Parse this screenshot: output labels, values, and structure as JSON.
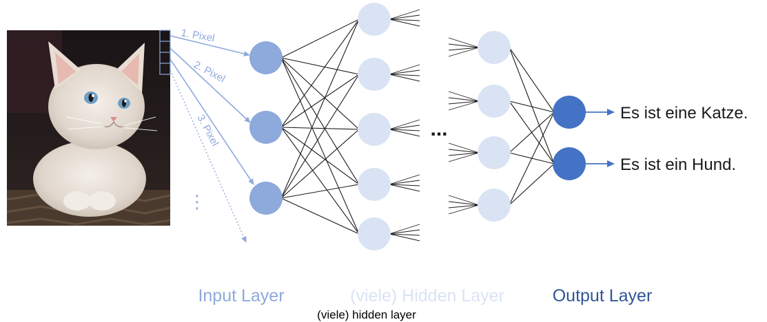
{
  "colors": {
    "input_node": "#8ea9db",
    "hidden_node": "#dae3f3",
    "output_node": "#4472c4",
    "pixel_arrow": "#8ea9db",
    "output_arrow": "#4472c4",
    "connection": "#1a1a1a",
    "input_label": "#8ea9db",
    "hidden_label": "#dae3f3",
    "output_label": "#2f5597",
    "caption": "#000000"
  },
  "image": {
    "subject": "kitten-photo"
  },
  "pixel_labels": [
    "1. Pixel",
    "2. Pixel",
    "3. Pixel"
  ],
  "vertical_ellipsis": "⋮",
  "hidden_ellipsis": "...",
  "outputs": [
    "Es ist eine Katze.",
    "Es ist ein Hund."
  ],
  "layer_labels": {
    "input": "Input Layer",
    "hidden": "(viele) Hidden Layer",
    "output": "Output Layer"
  },
  "caption": "(viele) hidden layer"
}
